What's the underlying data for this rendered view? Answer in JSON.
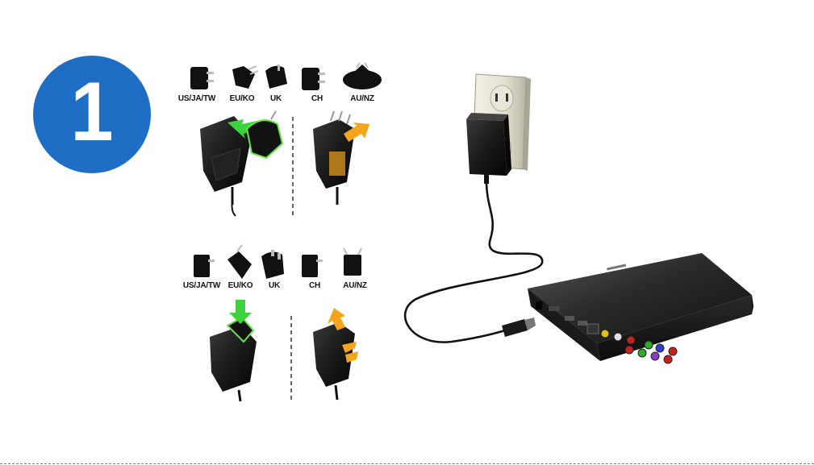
{
  "step": {
    "number": "1"
  },
  "top_plug_types": [
    "US/JA/TW",
    "EU/KO",
    "UK",
    "CH",
    "AU/NZ"
  ],
  "bottom_plug_types": [
    "US/JA/TW",
    "EU/KO",
    "UK",
    "CH",
    "AU/NZ"
  ],
  "colors": {
    "badge": "#1f6ec5",
    "insert_arrow": "#3fd23f",
    "remove_arrow": "#f5a51c",
    "device": "#2b2b2b"
  },
  "icons": [
    "wall-outlet-icon",
    "power-adapter-icon",
    "plug-adapter-icon",
    "media-player-icon"
  ]
}
